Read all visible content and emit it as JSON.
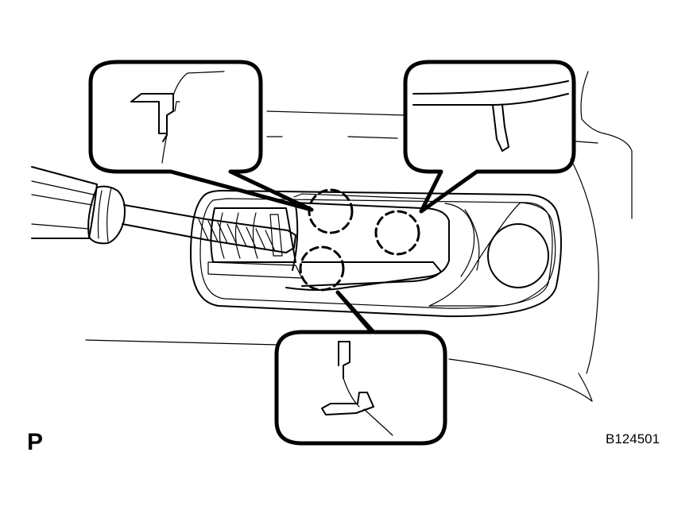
{
  "view_label": "P",
  "figure_code": "B124501",
  "colors": {
    "line": "#000000",
    "background": "#ffffff"
  },
  "callouts": [
    {
      "id": "upper-left",
      "depicts": "clip-claw-detail"
    },
    {
      "id": "upper-right",
      "depicts": "clip-tab-detail"
    },
    {
      "id": "bottom",
      "depicts": "clip-hook-detail"
    }
  ]
}
